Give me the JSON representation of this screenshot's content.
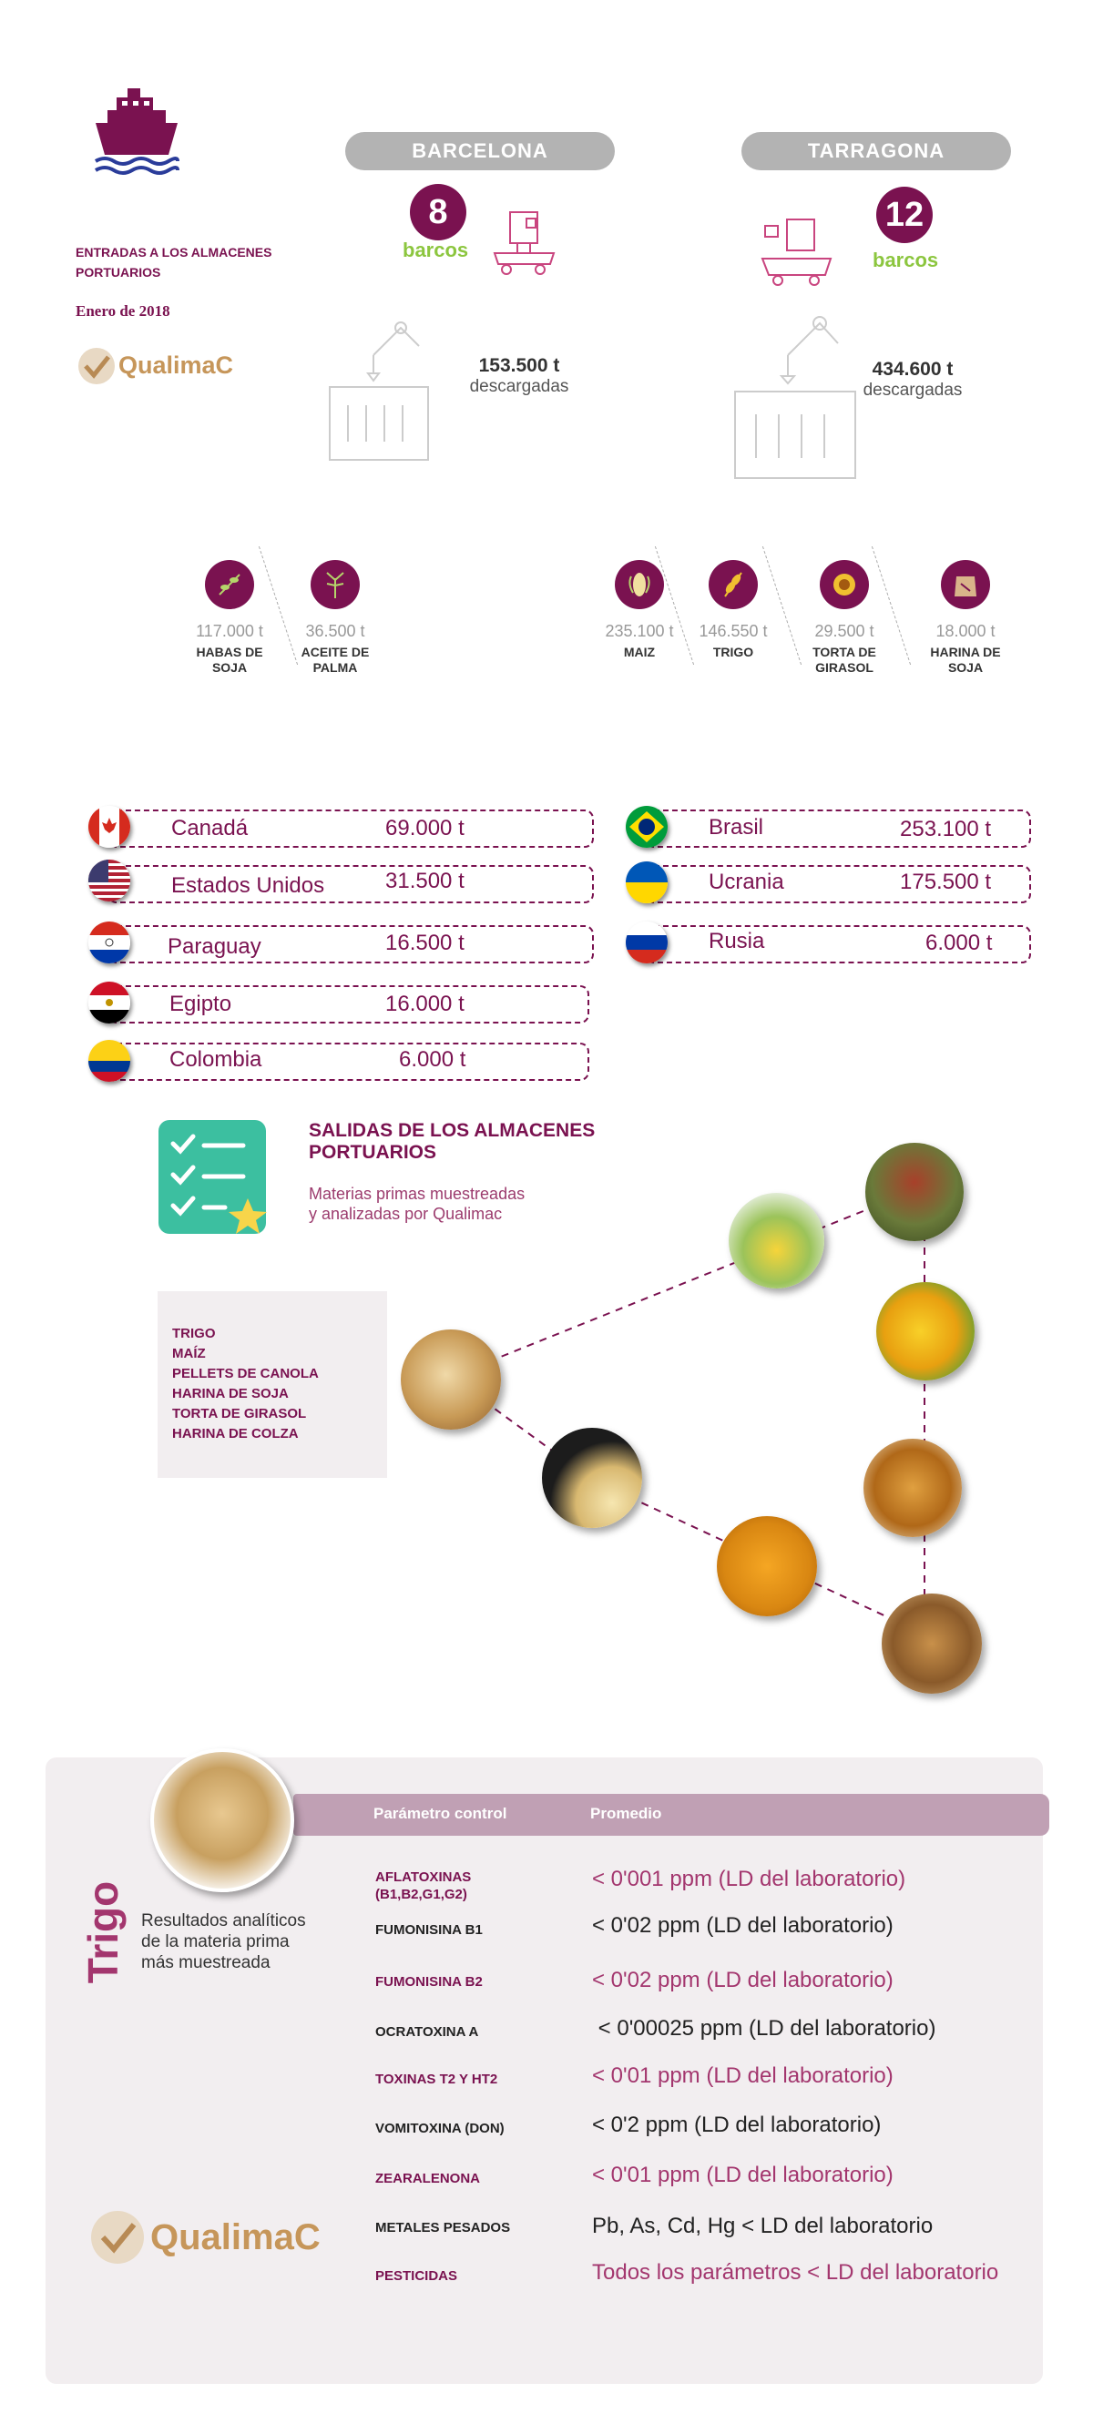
{
  "header": {
    "title_line1": "ENTRADAS A LOS ALMACENES",
    "title_line2": "PORTUARIOS",
    "date": "Enero de 2018",
    "logo_text": "QualimaC"
  },
  "ports": {
    "barcelona": {
      "name": "BARCELONA",
      "ships": "8",
      "ships_label": "barcos",
      "tonnage": "153.500 t",
      "tonnage_label": "descargadas"
    },
    "tarragona": {
      "name": "TARRAGONA",
      "ships": "12",
      "ships_label": "barcos",
      "tonnage": "434.600 t",
      "tonnage_label": "descargadas"
    }
  },
  "products": {
    "barcelona": [
      {
        "tons": "117.000 t",
        "name1": "HABAS DE",
        "name2": "SOJA",
        "icon": "soy-icon"
      },
      {
        "tons": "36.500 t",
        "name1": "ACEITE DE",
        "name2": "PALMA",
        "icon": "palm-icon"
      }
    ],
    "tarragona": [
      {
        "tons": "235.100 t",
        "name1": "MAIZ",
        "name2": "",
        "icon": "corn-icon"
      },
      {
        "tons": "146.550 t",
        "name1": "TRIGO",
        "name2": "",
        "icon": "wheat-icon"
      },
      {
        "tons": "29.500 t",
        "name1": "TORTA DE",
        "name2": "GIRASOL",
        "icon": "sunflower-icon"
      },
      {
        "tons": "18.000 t",
        "name1": "HARINA DE",
        "name2": "SOJA",
        "icon": "flour-bag-icon"
      }
    ]
  },
  "origins": {
    "left": [
      {
        "country": "Canadá",
        "tons": "69.000 t"
      },
      {
        "country": "Estados Unidos",
        "tons": "31.500 t"
      },
      {
        "country": "Paraguay",
        "tons": "16.500 t"
      },
      {
        "country": "Egipto",
        "tons": "16.000 t"
      },
      {
        "country": "Colombia",
        "tons": "6.000 t"
      }
    ],
    "right": [
      {
        "country": "Brasil",
        "tons": "253.100 t"
      },
      {
        "country": "Ucrania",
        "tons": "175.500 t"
      },
      {
        "country": "Rusia",
        "tons": "6.000 t"
      }
    ]
  },
  "salidas": {
    "title_line1": "SALIDAS DE LOS ALMACENES",
    "title_line2": "PORTUARIOS",
    "subtitle_line1": "Materias primas muestreadas",
    "subtitle_line2": "y analizadas por Qualimac",
    "materials": [
      "TRIGO",
      "MAÍZ",
      "PELLETS DE CANOLA",
      "HARINA DE SOJA",
      "TORTA DE GIRASOL",
      "HARINA DE COLZA"
    ]
  },
  "trigo": {
    "title": "Trigo",
    "caption_line1": "Resultados analíticos",
    "caption_line2": "de la materia prima",
    "caption_line3": "más muestreada",
    "col_param": "Parámetro control",
    "col_avg": "Promedio",
    "rows": [
      {
        "param": "AFLATOXINAS",
        "param2": "(B1,B2,G1,G2)",
        "value": "< 0'001 ppm (LD del laboratorio)"
      },
      {
        "param": "FUMONISINA B1",
        "param2": "",
        "value": "< 0'02 ppm (LD del laboratorio)"
      },
      {
        "param": "FUMONISINA B2",
        "param2": "",
        "value": "< 0'02 ppm (LD del laboratorio)"
      },
      {
        "param": "OCRATOXINA A",
        "param2": "",
        "value": " < 0'00025 ppm (LD del laboratorio)"
      },
      {
        "param": "TOXINAS T2 Y HT2",
        "param2": "",
        "value": "< 0'01 ppm (LD del laboratorio)"
      },
      {
        "param": "VOMITOXINA (DON)",
        "param2": "",
        "value": "< 0'2 ppm (LD del laboratorio)"
      },
      {
        "param": "ZEARALENONA",
        "param2": "",
        "value": "< 0'01 ppm (LD del laboratorio)"
      },
      {
        "param": "METALES PESADOS",
        "param2": "",
        "value": "Pb, As, Cd, Hg < LD del laboratorio"
      },
      {
        "param": "PESTICIDAS",
        "param2": "",
        "value": "Todos los parámetros < LD del laboratorio"
      }
    ],
    "logo_text": "QualimaC"
  },
  "colors": {
    "maroon": "#7a1250",
    "green": "#8cc63f",
    "pill_gray": "#b3b3b3",
    "teal": "#3cbfa0"
  }
}
